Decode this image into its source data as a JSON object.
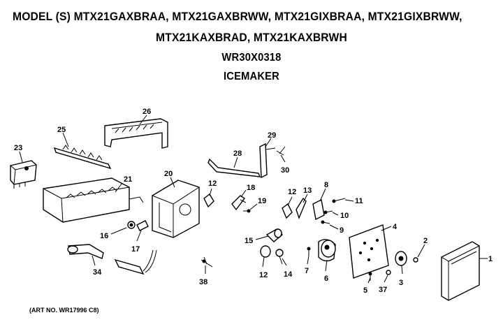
{
  "header": {
    "models_line1": "MODEL (S) MTX21GAXBRAA, MTX21GAXBRWW, MTX21GIXBRAA, MTX21GIXBRWW,",
    "models_line2": "MTX21KAXBRAD, MTX21KAXBRWH",
    "part_number": "WR30X0318",
    "title": "ICEMAKER"
  },
  "art_number": "(ART NO. WR17996 C8)",
  "callouts": [
    "1",
    "2",
    "3",
    "4",
    "5",
    "6",
    "7",
    "8",
    "9",
    "10",
    "11",
    "12",
    "12",
    "12",
    "13",
    "14",
    "15",
    "16",
    "17",
    "18",
    "19",
    "20",
    "21",
    "23",
    "25",
    "26",
    "28",
    "29",
    "30",
    "34",
    "37",
    "38"
  ]
}
